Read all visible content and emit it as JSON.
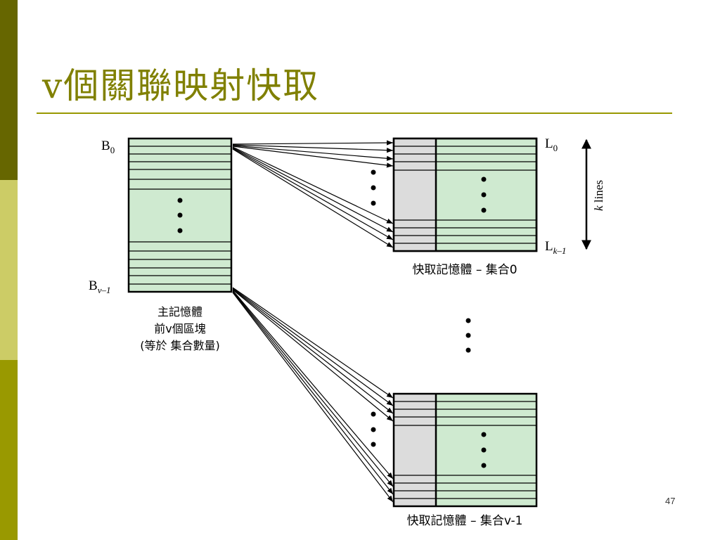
{
  "slide": {
    "title": "v個關聯映射快取",
    "page_number": "47"
  },
  "diagram": {
    "memory": {
      "first_block": {
        "letter": "B",
        "sub": "0"
      },
      "last_block": {
        "letter": "B",
        "sub": "v–1"
      },
      "caption": [
        "主記憶體",
        "前v個區塊",
        "(等於  集合數量)"
      ]
    },
    "cache_set_0": {
      "caption": "快取記憶體  –  集合0",
      "first_line": {
        "letter": "L",
        "sub": "0"
      },
      "last_line": {
        "letter": "L",
        "sub": "k–1"
      }
    },
    "cache_set_last": {
      "caption": "快取記憶體  –  集合v-1"
    },
    "lines_indicator": {
      "k": "k",
      "text": " lines"
    },
    "colors": {
      "block_fill": "#cfead0",
      "tag_fill": "#dcdcdc",
      "accent": "#808000",
      "sidebar": [
        "#666600",
        "#cccc66",
        "#999900"
      ]
    }
  }
}
